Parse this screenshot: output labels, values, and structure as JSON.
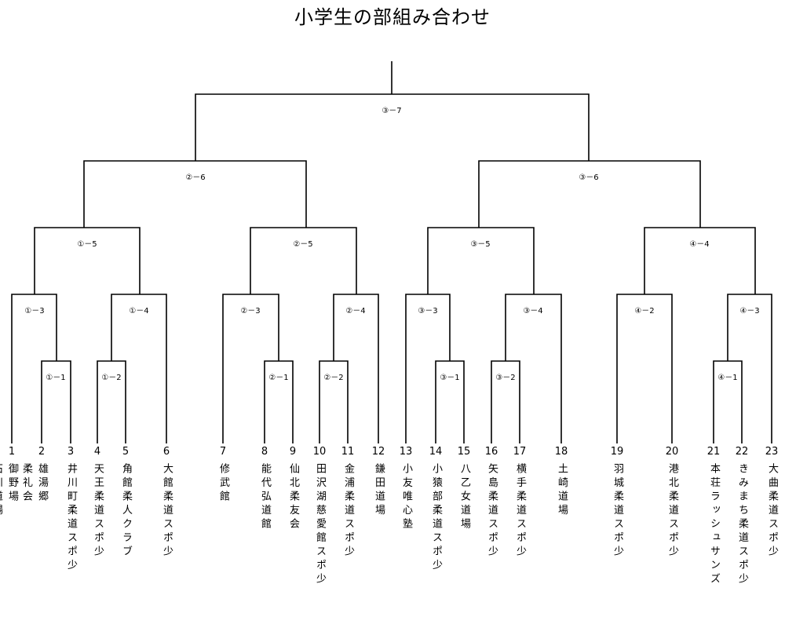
{
  "title": "小学生の部組み合わせ",
  "matches": [
    {
      "id": "r7",
      "label": "③－7"
    },
    {
      "id": "l6",
      "label": "②－6"
    },
    {
      "id": "r6",
      "label": "③－6"
    },
    {
      "id": "q5a",
      "label": "①－5"
    },
    {
      "id": "q5b",
      "label": "②－5"
    },
    {
      "id": "q5c",
      "label": "③－5"
    },
    {
      "id": "q4d",
      "label": "④－4"
    },
    {
      "id": "m13",
      "label": "①－3"
    },
    {
      "id": "m14",
      "label": "①－4"
    },
    {
      "id": "m23",
      "label": "②－3"
    },
    {
      "id": "m24",
      "label": "②－4"
    },
    {
      "id": "m33",
      "label": "③－3"
    },
    {
      "id": "m34",
      "label": "③－4"
    },
    {
      "id": "m42",
      "label": "④－2"
    },
    {
      "id": "m43",
      "label": "④－3"
    },
    {
      "id": "m11",
      "label": "①－1"
    },
    {
      "id": "m12",
      "label": "①－2"
    },
    {
      "id": "m21",
      "label": "②－1"
    },
    {
      "id": "m22",
      "label": "②－2"
    },
    {
      "id": "m31",
      "label": "③－1"
    },
    {
      "id": "m32",
      "label": "③－2"
    },
    {
      "id": "m41",
      "label": "④－1"
    }
  ],
  "teams": [
    {
      "num": "1",
      "name": "御野場\n石川道場"
    },
    {
      "num": "2",
      "name": "雄湯郷\n柔礼会"
    },
    {
      "num": "3",
      "name": "井川町柔道スポ少"
    },
    {
      "num": "4",
      "name": "天王柔道スポ少"
    },
    {
      "num": "5",
      "name": "角館柔人クラブ"
    },
    {
      "num": "6",
      "name": "大館柔道スポ少"
    },
    {
      "num": "7",
      "name": "修武館"
    },
    {
      "num": "8",
      "name": "能代弘道館"
    },
    {
      "num": "9",
      "name": "仙北柔友会"
    },
    {
      "num": "10",
      "name": "田沢湖慈愛館スポ少"
    },
    {
      "num": "11",
      "name": "金浦柔道スポ少"
    },
    {
      "num": "12",
      "name": "鎌田道場"
    },
    {
      "num": "13",
      "name": "小友唯心塾"
    },
    {
      "num": "14",
      "name": "小猿部柔道スポ少"
    },
    {
      "num": "15",
      "name": "八乙女道場"
    },
    {
      "num": "16",
      "name": "矢島柔道スポ少"
    },
    {
      "num": "17",
      "name": "横手柔道スポ少"
    },
    {
      "num": "18",
      "name": "土崎道場"
    },
    {
      "num": "19",
      "name": "羽城柔道スポ少"
    },
    {
      "num": "20",
      "name": "港北柔道スポ少"
    },
    {
      "num": "21",
      "name": "本荘ラッシュサンズ"
    },
    {
      "num": "22",
      "name": "きみまち柔道スポ少"
    },
    {
      "num": "23",
      "name": "大曲柔道スポ少"
    }
  ]
}
